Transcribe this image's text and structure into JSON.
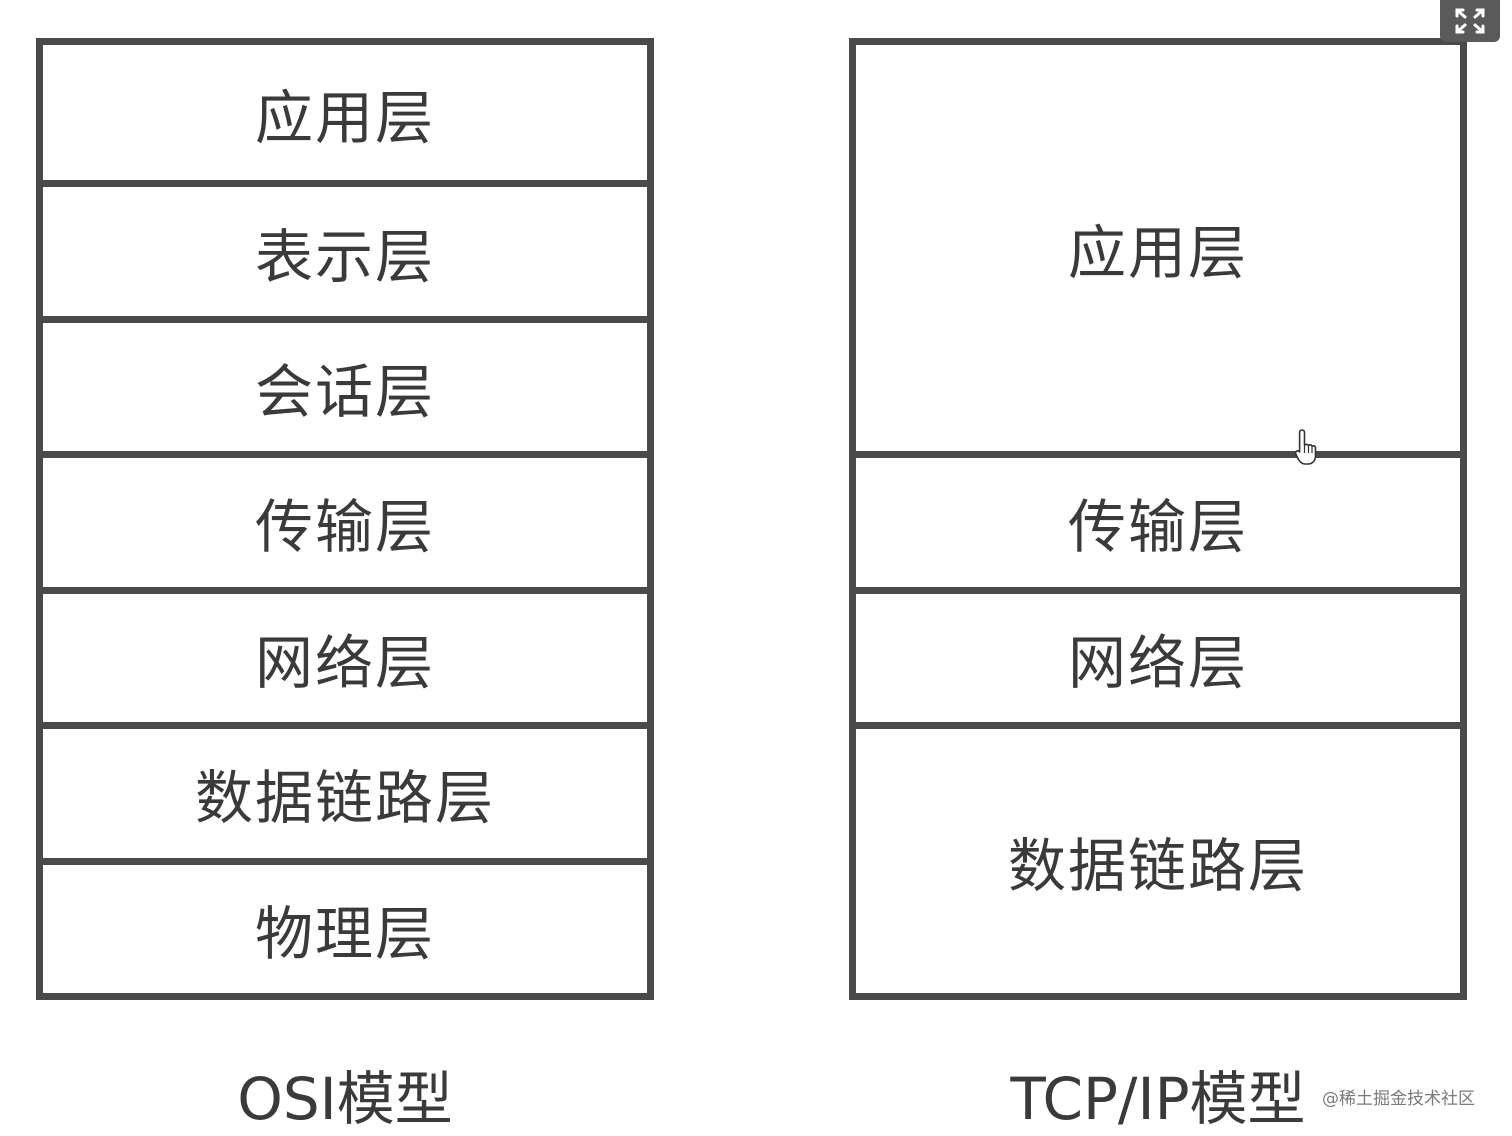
{
  "osi": {
    "caption": "OSI模型",
    "layers": [
      {
        "label": "应用层"
      },
      {
        "label": "表示层"
      },
      {
        "label": "会话层"
      },
      {
        "label": "传输层"
      },
      {
        "label": "网络层"
      },
      {
        "label": "数据链路层"
      },
      {
        "label": "物理层"
      }
    ]
  },
  "tcpip": {
    "caption": "TCP/IP模型",
    "layers": [
      {
        "label": "应用层",
        "spans_osi_layers": 3
      },
      {
        "label": "传输层",
        "spans_osi_layers": 1
      },
      {
        "label": "网络层",
        "spans_osi_layers": 1
      },
      {
        "label": "数据链路层",
        "spans_osi_layers": 2
      }
    ]
  },
  "watermark": "@稀土掘金技术社区",
  "icons": {
    "expand": "expand-icon",
    "cursor": "hand-pointer-icon"
  },
  "colors": {
    "border": "#4a4a4a",
    "text": "#3a3a3a",
    "background": "#ffffff"
  }
}
